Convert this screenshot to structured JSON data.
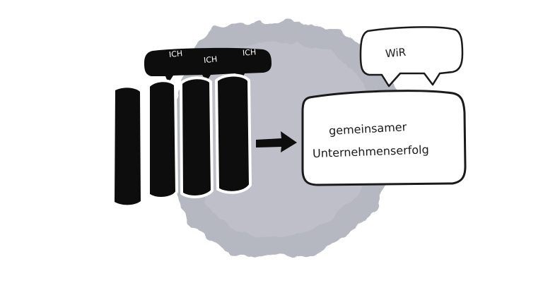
{
  "labels": {
    "ich_1": "ICH",
    "ich_2": "ICH",
    "ich_3": "ICH",
    "wir": "WiR",
    "result_line_1": "gemeinsamer",
    "result_line_2": "Unternehmenserfolg"
  },
  "colors": {
    "ink": "#0d0d0d",
    "paper": "#ffffff",
    "wash": "#a9abb6",
    "wash_light": "#c4c5ce"
  }
}
